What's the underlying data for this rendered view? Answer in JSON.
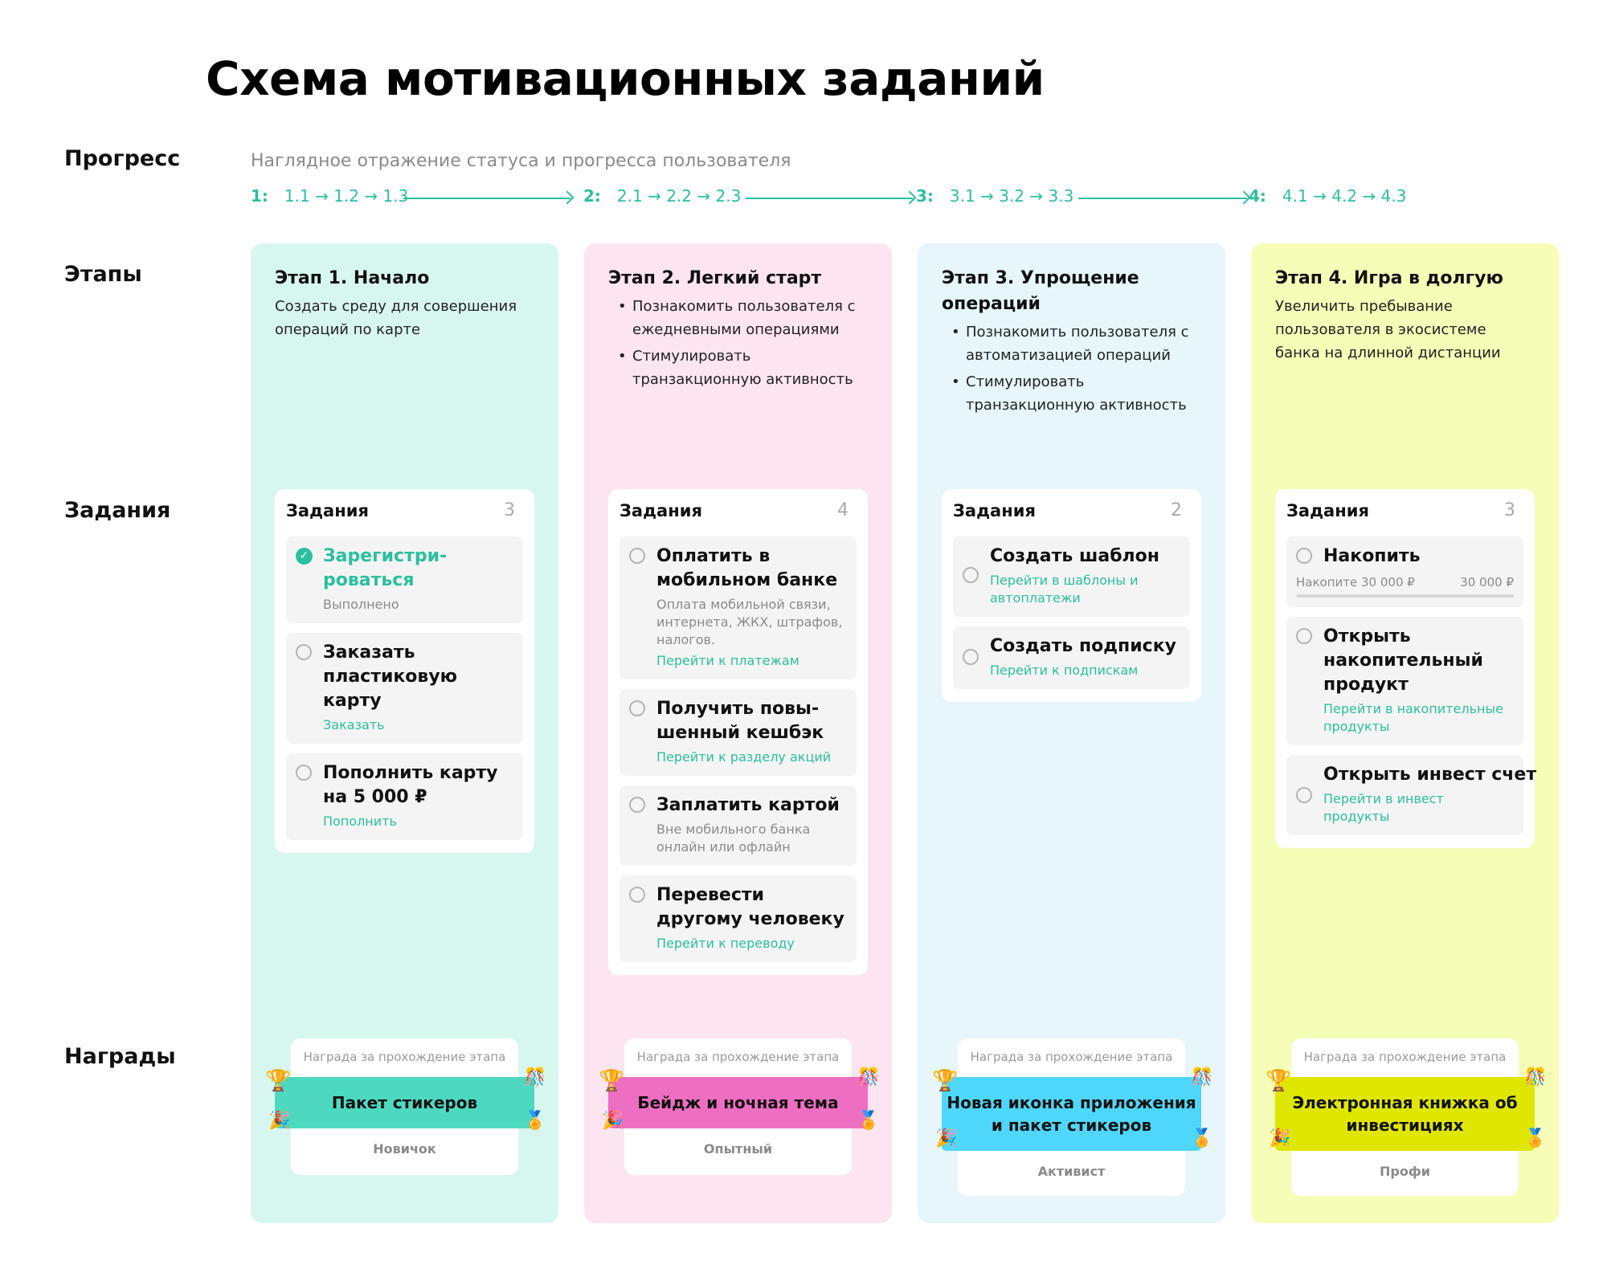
{
  "title": "Схема мотивационных заданий",
  "rows": {
    "progress": "Прогресс",
    "stages": "Этапы",
    "tasks": "Задания",
    "rewards": "Награды"
  },
  "progress": {
    "subtitle": "Наглядное отражение статуса и прогресса пользователя",
    "segments": [
      {
        "num": "1:",
        "steps": "1.1 → 1.2 → 1.3"
      },
      {
        "num": "2:",
        "steps": "2.1 → 2.2 → 2.3"
      },
      {
        "num": "3:",
        "steps": "3.1 → 3.2 → 3.3"
      },
      {
        "num": "4:",
        "steps": "4.1 → 4.2 → 4.3"
      }
    ]
  },
  "colors": {
    "accent": "#2bbf9f",
    "col1": "#d8f6f0",
    "col2": "#fce4f1",
    "col3": "#e6f6fb",
    "col4": "#f5fdb7",
    "ribbon1": "#4dd9c0",
    "ribbon2": "#ee6ec1",
    "ribbon3": "#4fd7fb",
    "ribbon4": "#dfe600"
  },
  "stages": [
    {
      "title": "Этап 1. Начало",
      "desc": "Создать среду для совершения операций по карте",
      "bullets": [],
      "tasks_label": "Задания",
      "tasks_count": "3",
      "tasks": [
        {
          "name": "Зарегистри-\nроваться",
          "desc": "Выполнено",
          "link": "",
          "done": true
        },
        {
          "name": "Заказать пластиковую карту",
          "desc": "",
          "link": "Заказать",
          "done": false
        },
        {
          "name": "Пополнить карту на 5 000 ₽",
          "desc": "",
          "link": "Пополнить",
          "done": false
        }
      ],
      "reward_caption": "Награда за прохождение этапа",
      "reward": "Пакет стикеров",
      "level": "Новичок"
    },
    {
      "title": "Этап 2. Легкий старт",
      "desc": "",
      "bullets": [
        "Познакомить пользователя с ежедневными операциями",
        "Стимулировать транзакционную активность"
      ],
      "tasks_label": "Задания",
      "tasks_count": "4",
      "tasks": [
        {
          "name": "Оплатить в мобильном банке",
          "desc": "Оплата мобильной связи, интернета, ЖКХ, штрафов, налогов.",
          "link": "Перейти к платежам",
          "done": false
        },
        {
          "name": "Получить повы-\nшенный кешбэк",
          "desc": "",
          "link": "Перейти к разделу акций",
          "done": false
        },
        {
          "name": "Заплатить картой",
          "desc": "Вне мобильного банка онлайн или офлайн",
          "link": "",
          "done": false
        },
        {
          "name": "Перевести другому человеку",
          "desc": "",
          "link": "Перейти к переводу",
          "done": false
        }
      ],
      "reward_caption": "Награда за прохождение этапа",
      "reward": "Бейдж и ночная тема",
      "level": "Опытный"
    },
    {
      "title": "Этап 3. Упрощение операций",
      "desc": "",
      "bullets": [
        "Познакомить пользователя с автоматизацией операций",
        "Стимулировать транзакционную активность"
      ],
      "tasks_label": "Задания",
      "tasks_count": "2",
      "tasks": [
        {
          "name": "Создать шаблон",
          "desc": "",
          "link": "Перейти в шаблоны и автоплатежи",
          "done": false
        },
        {
          "name": "Создать подписку",
          "desc": "",
          "link": "Перейти к подпискам",
          "done": false
        }
      ],
      "reward_caption": "Награда за прохождение этапа",
      "reward": "Новая иконка приложения и пакет стикеров",
      "level": "Активист"
    },
    {
      "title": "Этап 4. Игра в долгую",
      "desc": "Увеличить пребывание пользователя в экосистеме банка на длинной дистанции",
      "bullets": [],
      "tasks_label": "Задания",
      "tasks_count": "3",
      "tasks": [
        {
          "name": "Накопить",
          "desc": "",
          "link": "",
          "done": false,
          "progress_left": "Накопите 30 000 ₽",
          "progress_right": "30 000 ₽",
          "progress_fraction": 0
        },
        {
          "name": "Открыть накопительный продукт",
          "desc": "",
          "link": "Перейти в накопительные продукты",
          "done": false
        },
        {
          "name": "Открыть инвест счет",
          "desc": "",
          "link": "Перейти в инвест продукты",
          "done": false
        }
      ],
      "reward_caption": "Награда за прохождение этапа",
      "reward": "Электронная книжка об инвестициях",
      "level": "Профи"
    }
  ]
}
